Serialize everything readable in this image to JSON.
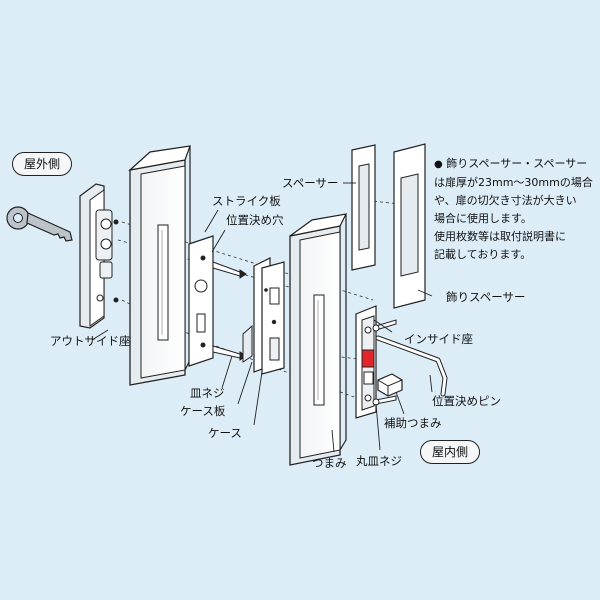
{
  "badges": {
    "outside": "屋外側",
    "inside": "屋内側"
  },
  "labels": {
    "outside_seat": "アウトサイド座",
    "strike_plate": "ストライク板",
    "positioning_hole": "位置決め穴",
    "flat_screw": "皿ネジ",
    "case_plate": "ケース板",
    "case": "ケース",
    "spacer": "スペーサー",
    "decorative_spacer": "飾りスペーサー",
    "inside_seat": "インサイド座",
    "positioning_pin": "位置決めピン",
    "auxiliary_knob": "補助つまみ",
    "knob": "つまみ",
    "round_screw": "丸皿ネジ"
  },
  "note": {
    "bullet": "●",
    "lines": [
      "飾りスペーサー・スペーサー",
      "は扉厚が23mm～30mmの場合",
      "や、扉の切欠き寸法が大きい",
      "場合に使用します。",
      "使用枚数等は取付説明書に",
      "記載しております。"
    ]
  },
  "colors": {
    "background": "#dcedf8",
    "part_fill": "#ffffff",
    "part_shade": "#e6ebef",
    "outline": "#222222",
    "latch_red": "#e0262b",
    "key": "#bcc3c9"
  }
}
